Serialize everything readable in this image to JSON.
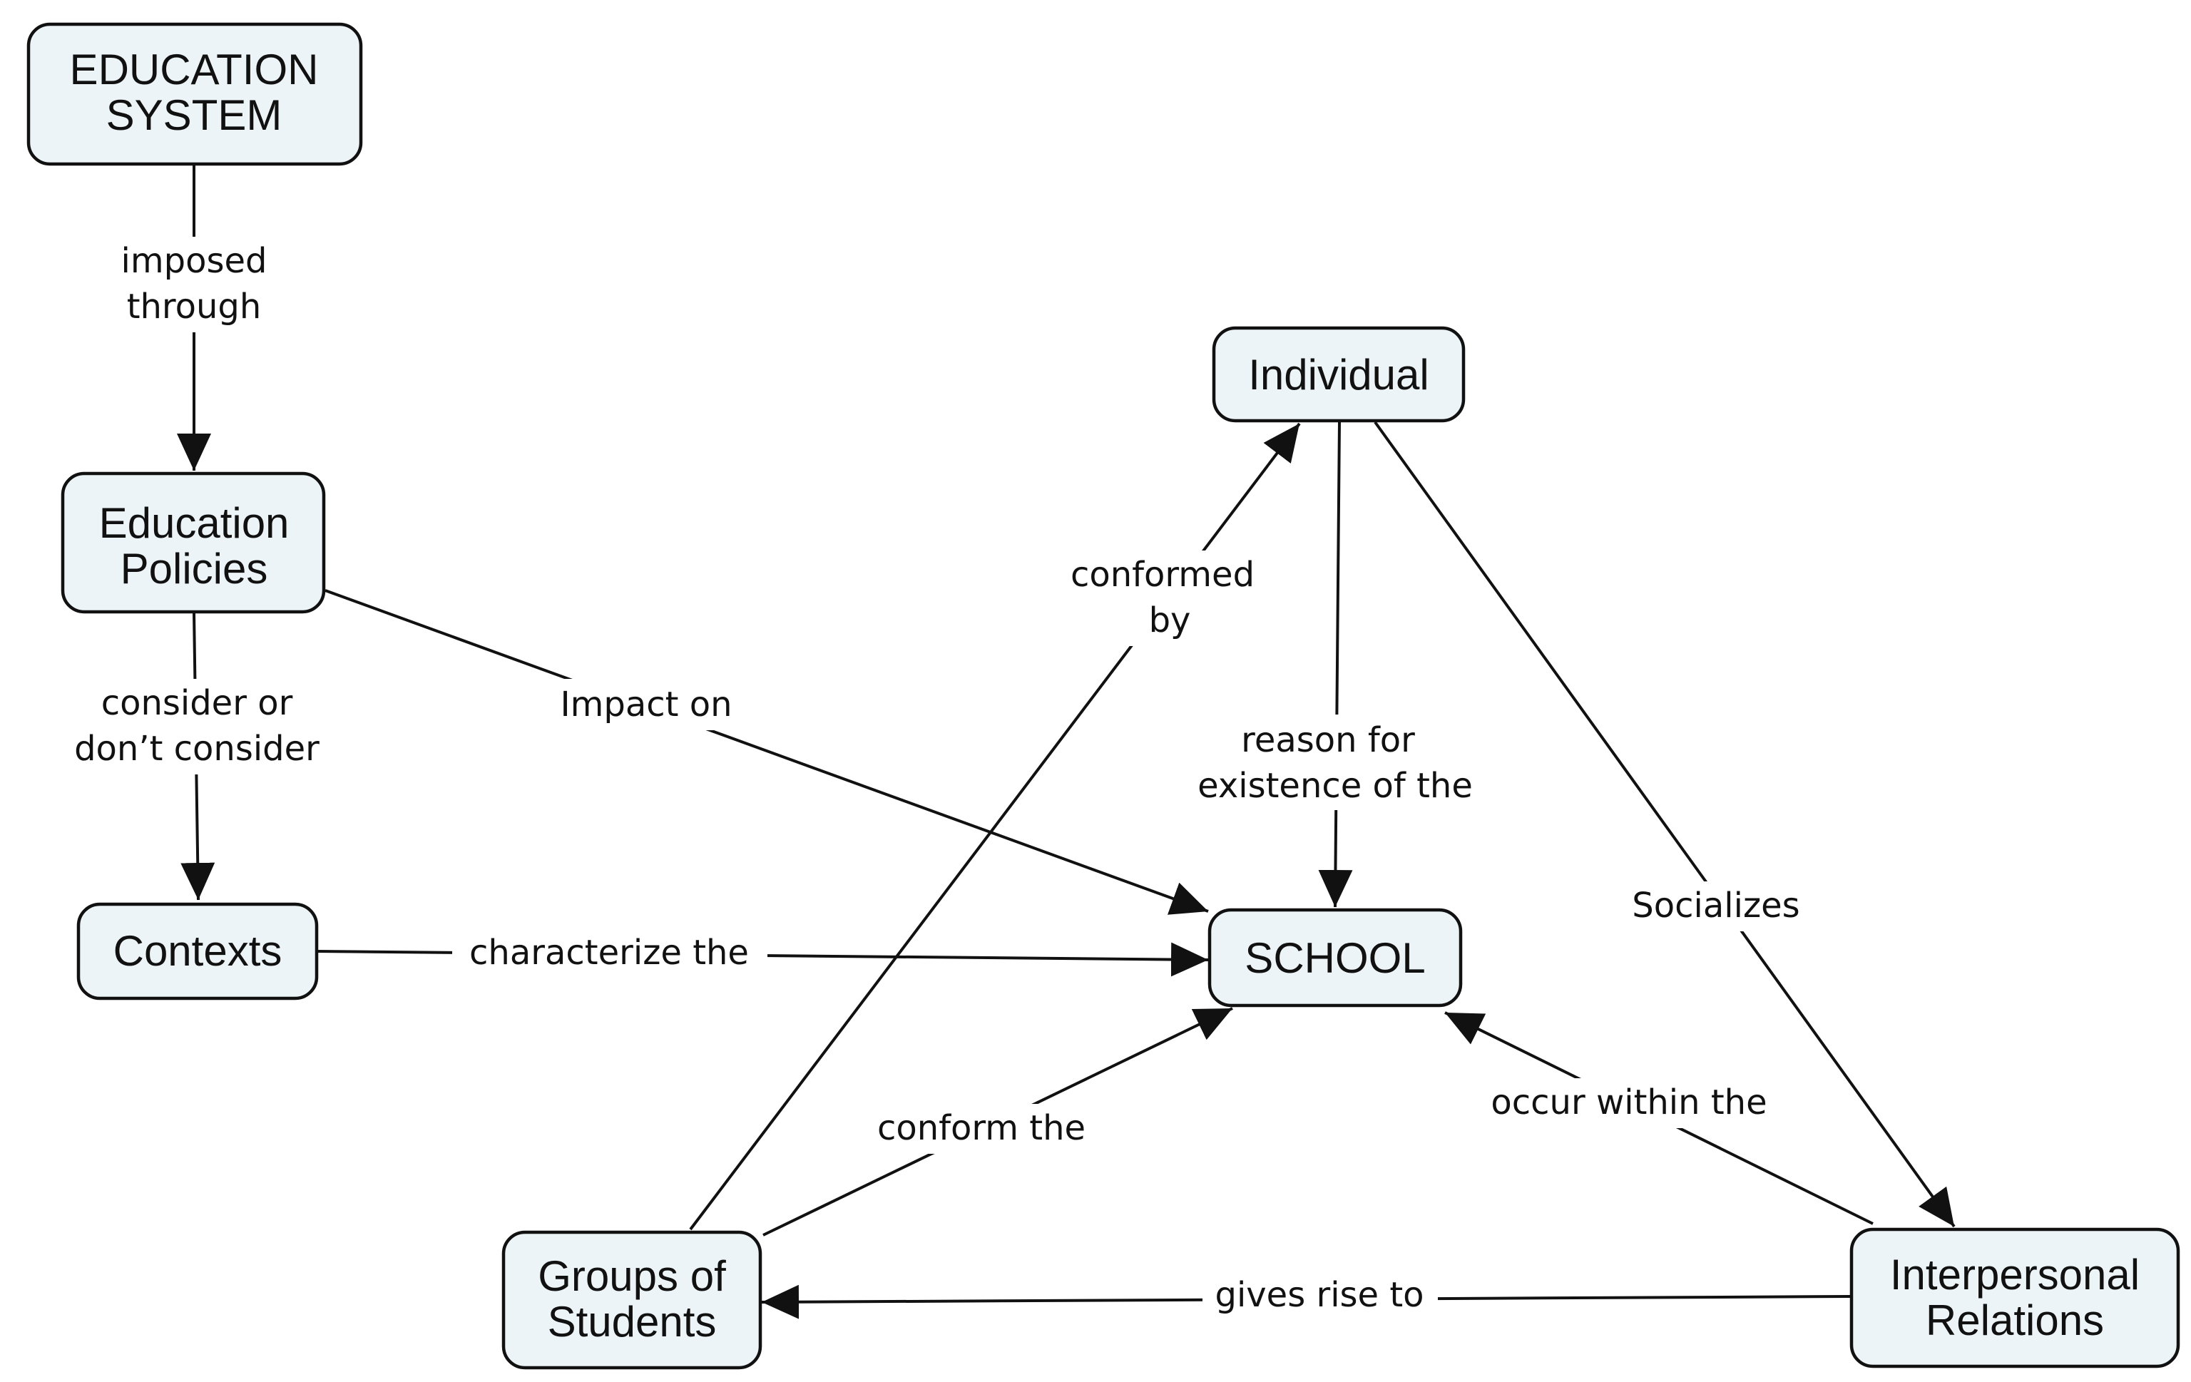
{
  "nodes": {
    "education_system": [
      "EDUCATION",
      "SYSTEM"
    ],
    "education_policies": [
      "Education",
      "Policies"
    ],
    "contexts": [
      "Contexts"
    ],
    "individual": [
      "Individual"
    ],
    "school": [
      "SCHOOL"
    ],
    "groups_of_students": [
      "Groups of",
      "Students"
    ],
    "interpersonal_relations": [
      "Interpersonal",
      "Relations"
    ]
  },
  "links": {
    "imposed_through": [
      "imposed",
      "through"
    ],
    "consider_or_dont_consider": [
      "consider or",
      "don’t consider"
    ],
    "impact_on": [
      "Impact on"
    ],
    "characterize_the": [
      "characterize the"
    ],
    "conformed_by": [
      "conformed",
      "by"
    ],
    "reason_for_existence": [
      "reason for",
      "existence of the"
    ],
    "socializes": [
      "Socializes"
    ],
    "conform_the": [
      "conform the"
    ],
    "occur_within_the": [
      "occur within the"
    ],
    "gives_rise_to": [
      "gives rise to"
    ]
  },
  "colors": {
    "node_fill": "#ecf4f7",
    "stroke": "#111111"
  }
}
